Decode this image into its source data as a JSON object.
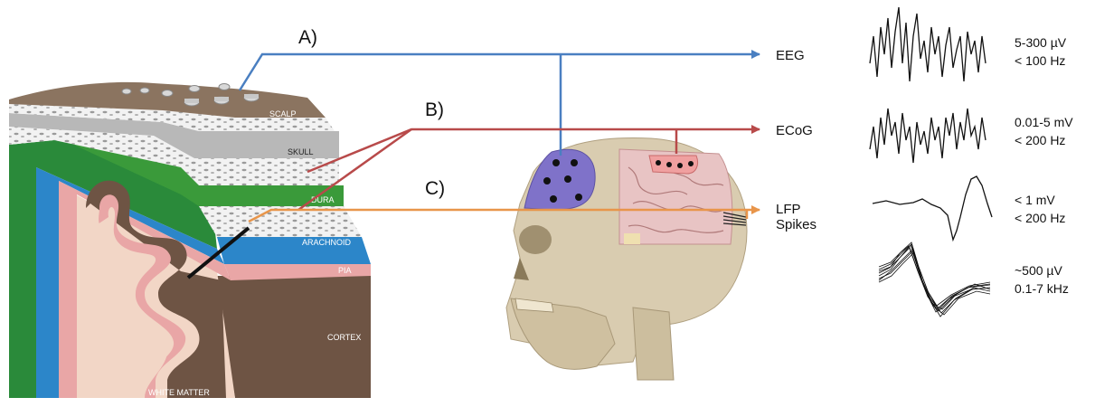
{
  "layers": {
    "scalp": "SCALP",
    "skull": "SKULL",
    "dura": "DURA",
    "arachnoid": "ARACHNOID",
    "pia": "PIA",
    "cortex": "CORTEX",
    "white_matter": "WHITE MATTER"
  },
  "callouts": {
    "a": "A)",
    "b": "B)",
    "c": "C)"
  },
  "recordings": {
    "eeg": {
      "label": "EEG",
      "amplitude": "5-300 µV",
      "frequency": "< 100 Hz"
    },
    "ecog": {
      "label": "ECoG",
      "amplitude": "0.01-5 mV",
      "frequency": "< 200 Hz"
    },
    "lfp": {
      "label_line1": "LFP",
      "label_line2": "Spikes",
      "amplitude": "< 1 mV",
      "frequency": "< 200 Hz"
    },
    "spikes": {
      "amplitude": "~500 µV",
      "frequency": "0.1-7 kHz"
    }
  },
  "colors": {
    "eeg_arrow": "#4a7fc1",
    "ecog_arrow": "#b84a4a",
    "lfp_arrow": "#e8954a",
    "scalp": "#8b7460",
    "skull": "#b8b8b8",
    "dura": "#3a9a3a",
    "arachnoid": "#3a8fd0",
    "pia": "#e9a6a6",
    "cortex": "#6e5444",
    "white_matter": "#f2d6c6",
    "eeg_electrode_patch": "#7f72c9",
    "ecog_electrode_patch": "#f0a0a0"
  }
}
